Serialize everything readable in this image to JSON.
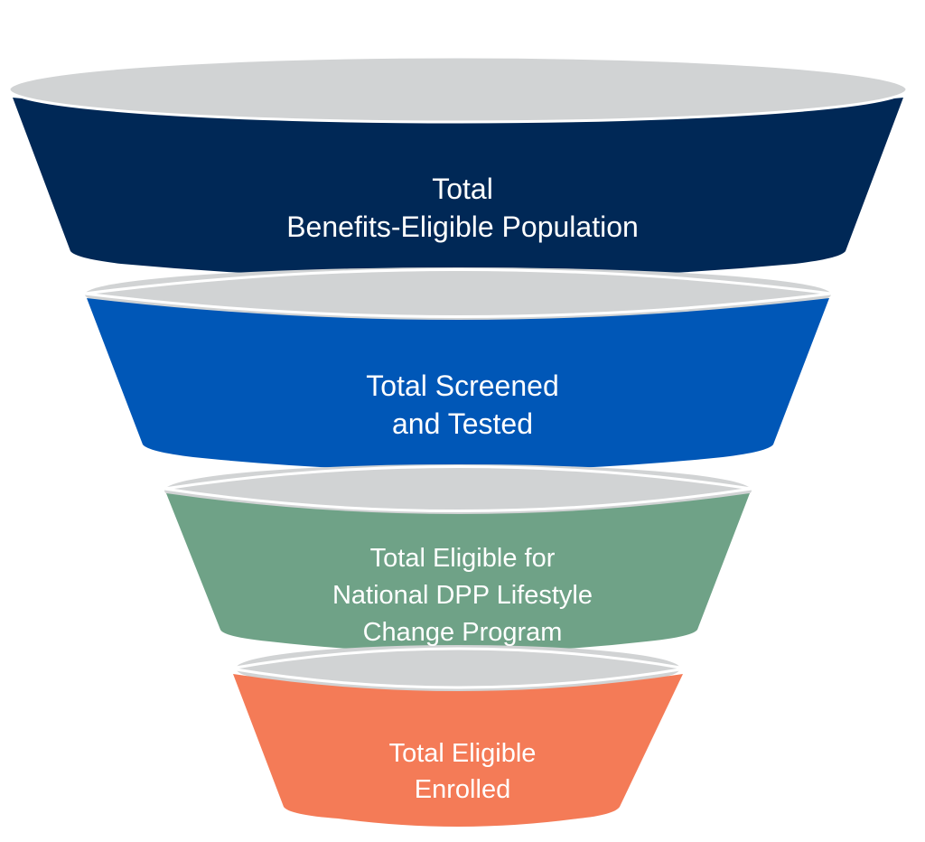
{
  "title": "Diabetes Prevention Program Funnel",
  "colors": {
    "rim": "#d1d3d4",
    "separator": "#ffffff"
  },
  "stages": [
    {
      "id": "benefits-eligible",
      "lines": [
        "Total",
        "Benefits-Eligible Population"
      ],
      "color": "#002856"
    },
    {
      "id": "screened-tested",
      "lines": [
        "Total Screened",
        "and Tested"
      ],
      "color": "#0057b7"
    },
    {
      "id": "eligible-dpp",
      "lines": [
        "Total Eligible for",
        "National DPP Lifestyle",
        "Change Program"
      ],
      "color": "#6fa287"
    },
    {
      "id": "eligible-enrolled",
      "lines": [
        "Total Eligible",
        "Enrolled"
      ],
      "color": "#f47b57"
    }
  ]
}
